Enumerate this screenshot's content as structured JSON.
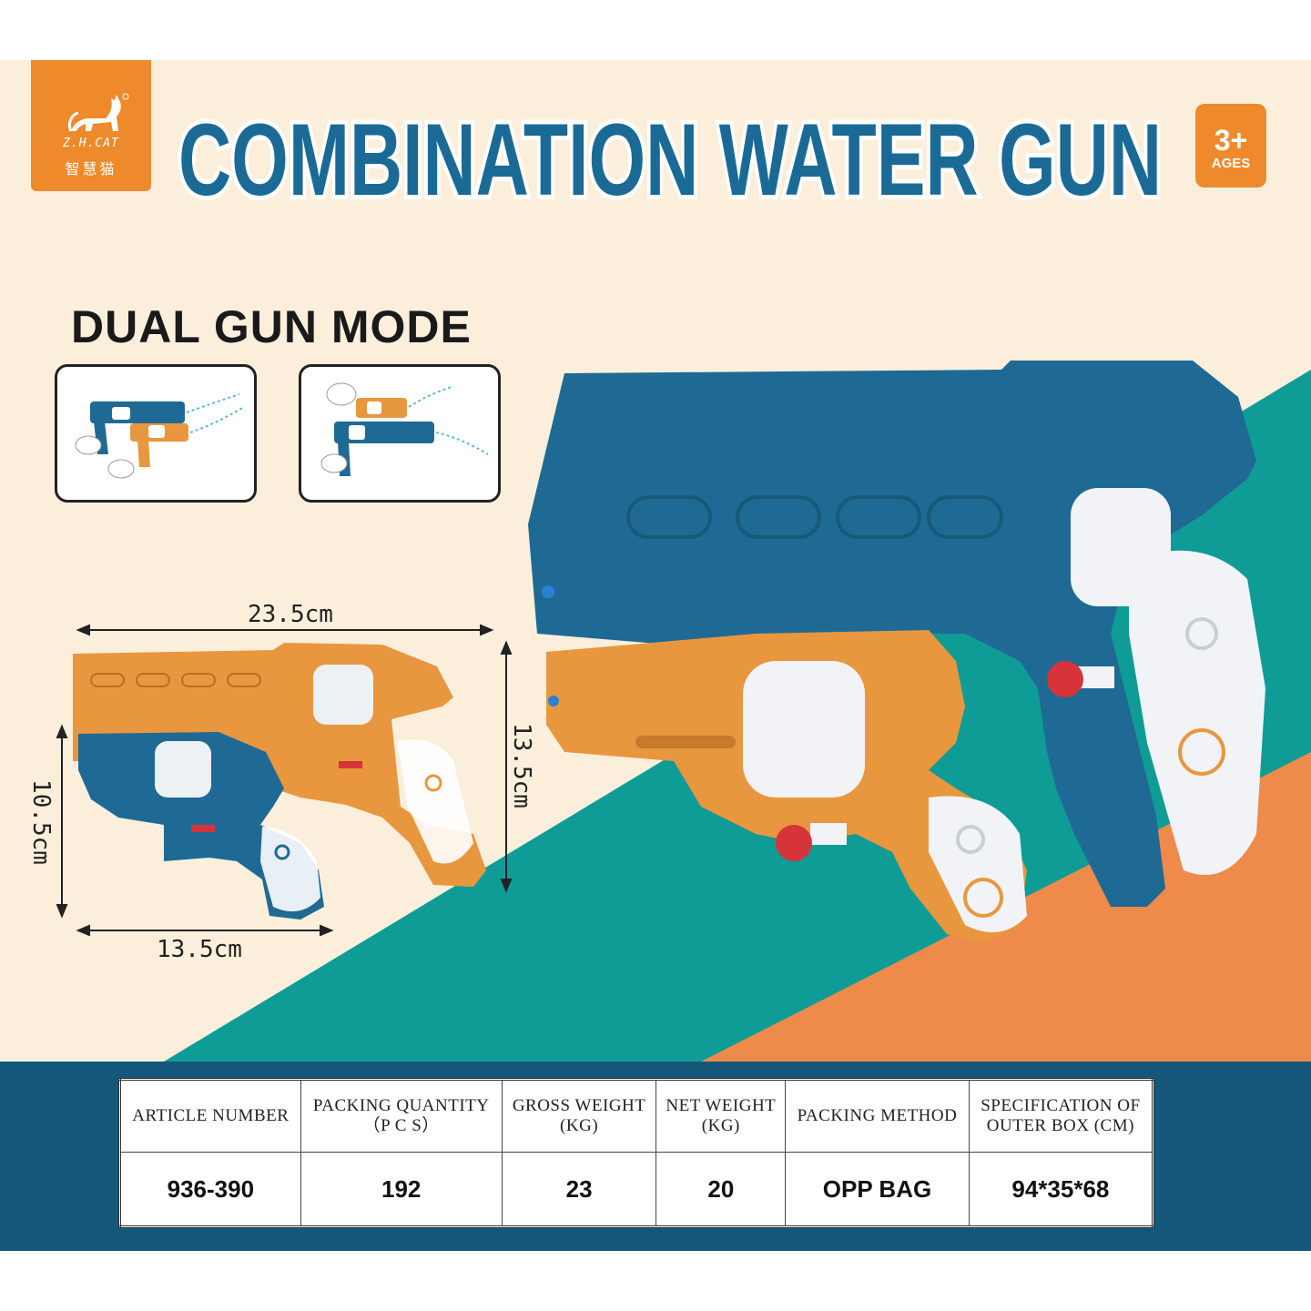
{
  "brand": {
    "logo_latin": "Z.H.CAT",
    "logo_chinese": "智慧猫"
  },
  "title": "COMBINATION WATER GUN",
  "age_badge": {
    "number": "3+",
    "label": "AGES"
  },
  "dual_mode": {
    "heading": "DUAL GUN MODE"
  },
  "dimensions": {
    "combined_length": "23.5cm",
    "combined_height": "13.5cm",
    "small_length": "13.5cm",
    "small_height": "10.5cm"
  },
  "colors": {
    "blue": "#1f6a94",
    "orange": "#e8973e",
    "teal": "#0f9c97",
    "band": "#15577a",
    "cream": "#fbefdc"
  },
  "spec_table": {
    "headers": [
      [
        "ARTICLE NUMBER"
      ],
      [
        "PACKING QUANTITY",
        "（P C S）"
      ],
      [
        "GROSS WEIGHT",
        "(KG)"
      ],
      [
        "NET WEIGHT",
        "(KG)"
      ],
      [
        "PACKING METHOD"
      ],
      [
        "SPECIFICATION OF",
        "OUTER BOX (CM)"
      ]
    ],
    "values": [
      "936-390",
      "192",
      "23",
      "20",
      "OPP BAG",
      "94*35*68"
    ]
  }
}
